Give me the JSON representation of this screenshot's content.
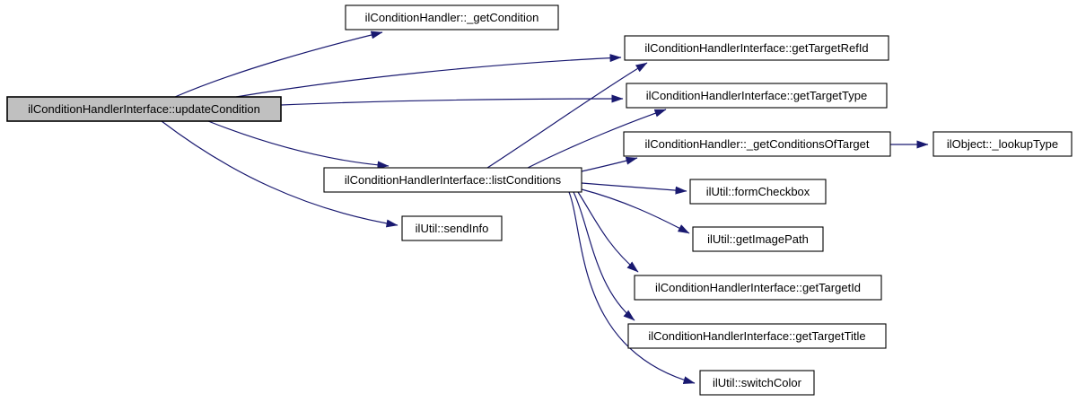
{
  "graph": {
    "type": "doxygen-call-graph",
    "nodes": [
      {
        "id": "updateCondition",
        "label": "ilConditionHandlerInterface::updateCondition",
        "highlighted": true
      },
      {
        "id": "getCondition",
        "label": "ilConditionHandler::_getCondition",
        "highlighted": false
      },
      {
        "id": "getTargetRefId",
        "label": "ilConditionHandlerInterface::getTargetRefId",
        "highlighted": false
      },
      {
        "id": "getTargetType",
        "label": "ilConditionHandlerInterface::getTargetType",
        "highlighted": false
      },
      {
        "id": "getConditionsOfTarget",
        "label": "ilConditionHandler::_getConditionsOfTarget",
        "highlighted": false
      },
      {
        "id": "lookupType",
        "label": "ilObject::_lookupType",
        "highlighted": false
      },
      {
        "id": "formCheckbox",
        "label": "ilUtil::formCheckbox",
        "highlighted": false
      },
      {
        "id": "listConditions",
        "label": "ilConditionHandlerInterface::listConditions",
        "highlighted": false
      },
      {
        "id": "sendInfo",
        "label": "ilUtil::sendInfo",
        "highlighted": false
      },
      {
        "id": "getImagePath",
        "label": "ilUtil::getImagePath",
        "highlighted": false
      },
      {
        "id": "getTargetId",
        "label": "ilConditionHandlerInterface::getTargetId",
        "highlighted": false
      },
      {
        "id": "getTargetTitle",
        "label": "ilConditionHandlerInterface::getTargetTitle",
        "highlighted": false
      },
      {
        "id": "switchColor",
        "label": "ilUtil::switchColor",
        "highlighted": false
      }
    ],
    "edges": [
      {
        "from": "updateCondition",
        "to": "getCondition"
      },
      {
        "from": "updateCondition",
        "to": "getTargetRefId"
      },
      {
        "from": "updateCondition",
        "to": "getTargetType"
      },
      {
        "from": "updateCondition",
        "to": "listConditions"
      },
      {
        "from": "updateCondition",
        "to": "sendInfo"
      },
      {
        "from": "listConditions",
        "to": "getTargetRefId"
      },
      {
        "from": "listConditions",
        "to": "getTargetType"
      },
      {
        "from": "listConditions",
        "to": "getConditionsOfTarget"
      },
      {
        "from": "listConditions",
        "to": "formCheckbox"
      },
      {
        "from": "listConditions",
        "to": "getImagePath"
      },
      {
        "from": "listConditions",
        "to": "getTargetId"
      },
      {
        "from": "listConditions",
        "to": "getTargetTitle"
      },
      {
        "from": "listConditions",
        "to": "switchColor"
      },
      {
        "from": "getConditionsOfTarget",
        "to": "lookupType"
      }
    ],
    "colors": {
      "edge": "#191970",
      "node_border": "#000000",
      "node_fill": "#ffffff",
      "highlight_fill": "#c0c0c0",
      "text": "#000000",
      "background": "#ffffff"
    }
  }
}
